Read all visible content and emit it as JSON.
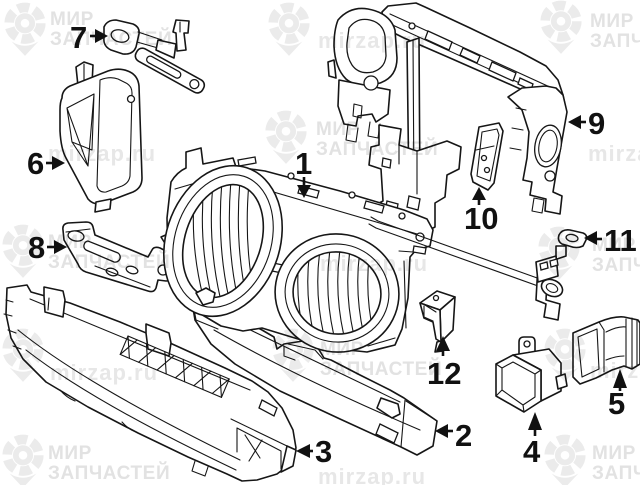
{
  "watermark": {
    "brand_line1": "МИР",
    "brand_line2": "ЗАПЧАСТЕЙ",
    "url": "mirzap.ru",
    "brand_color": "#e2e2e2",
    "url_color": "#e7e7e7",
    "logo_color": "#ebebeb"
  },
  "diagram": {
    "type": "exploded-parts-diagram",
    "background": "#ffffff",
    "line_color": "#161616",
    "callouts": [
      {
        "number": "1"
      },
      {
        "number": "2"
      },
      {
        "number": "3"
      },
      {
        "number": "4"
      },
      {
        "number": "5"
      },
      {
        "number": "6"
      },
      {
        "number": "7"
      },
      {
        "number": "8"
      },
      {
        "number": "9"
      },
      {
        "number": "10"
      },
      {
        "number": "11"
      },
      {
        "number": "12"
      }
    ]
  }
}
